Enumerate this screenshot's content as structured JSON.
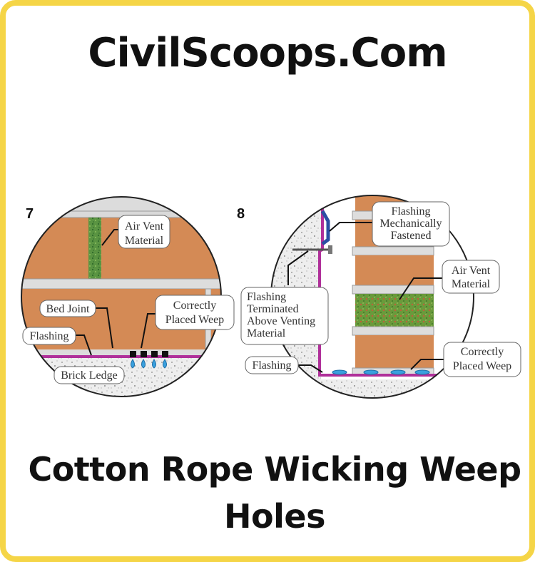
{
  "header": {
    "site_title": "CivilScoops.Com"
  },
  "diagram7": {
    "number": "7",
    "labels": {
      "air_vent": [
        "Air Vent",
        "Material"
      ],
      "bed_joint": "Bed Joint",
      "correct_weep": [
        "Correctly",
        "Placed Weep"
      ],
      "flashing": "Flashing",
      "brick_ledge": "Brick Ledge"
    }
  },
  "diagram8": {
    "number": "8",
    "labels": {
      "mech_fastened": [
        "Flashing",
        "Mechanically",
        "Fastened"
      ],
      "terminated": [
        "Flashing",
        "Terminated",
        "Above Venting",
        "Material"
      ],
      "air_vent": [
        "Air Vent",
        "Material"
      ],
      "correct_weep": [
        "Correctly",
        "Placed Weep"
      ],
      "flashing": "Flashing"
    }
  },
  "caption": {
    "lines": [
      "Cotton Rope Wicking Weep",
      "Holes"
    ]
  },
  "colors": {
    "frame": "#f5d547",
    "brick": "#d48a55",
    "mortar": "#dcdcdc",
    "vent": "#4f8a3c",
    "flashing": "#b0309a",
    "fastener": "#2b4fa3",
    "water": "#3aa0de",
    "concrete": "#e9e9e9"
  }
}
